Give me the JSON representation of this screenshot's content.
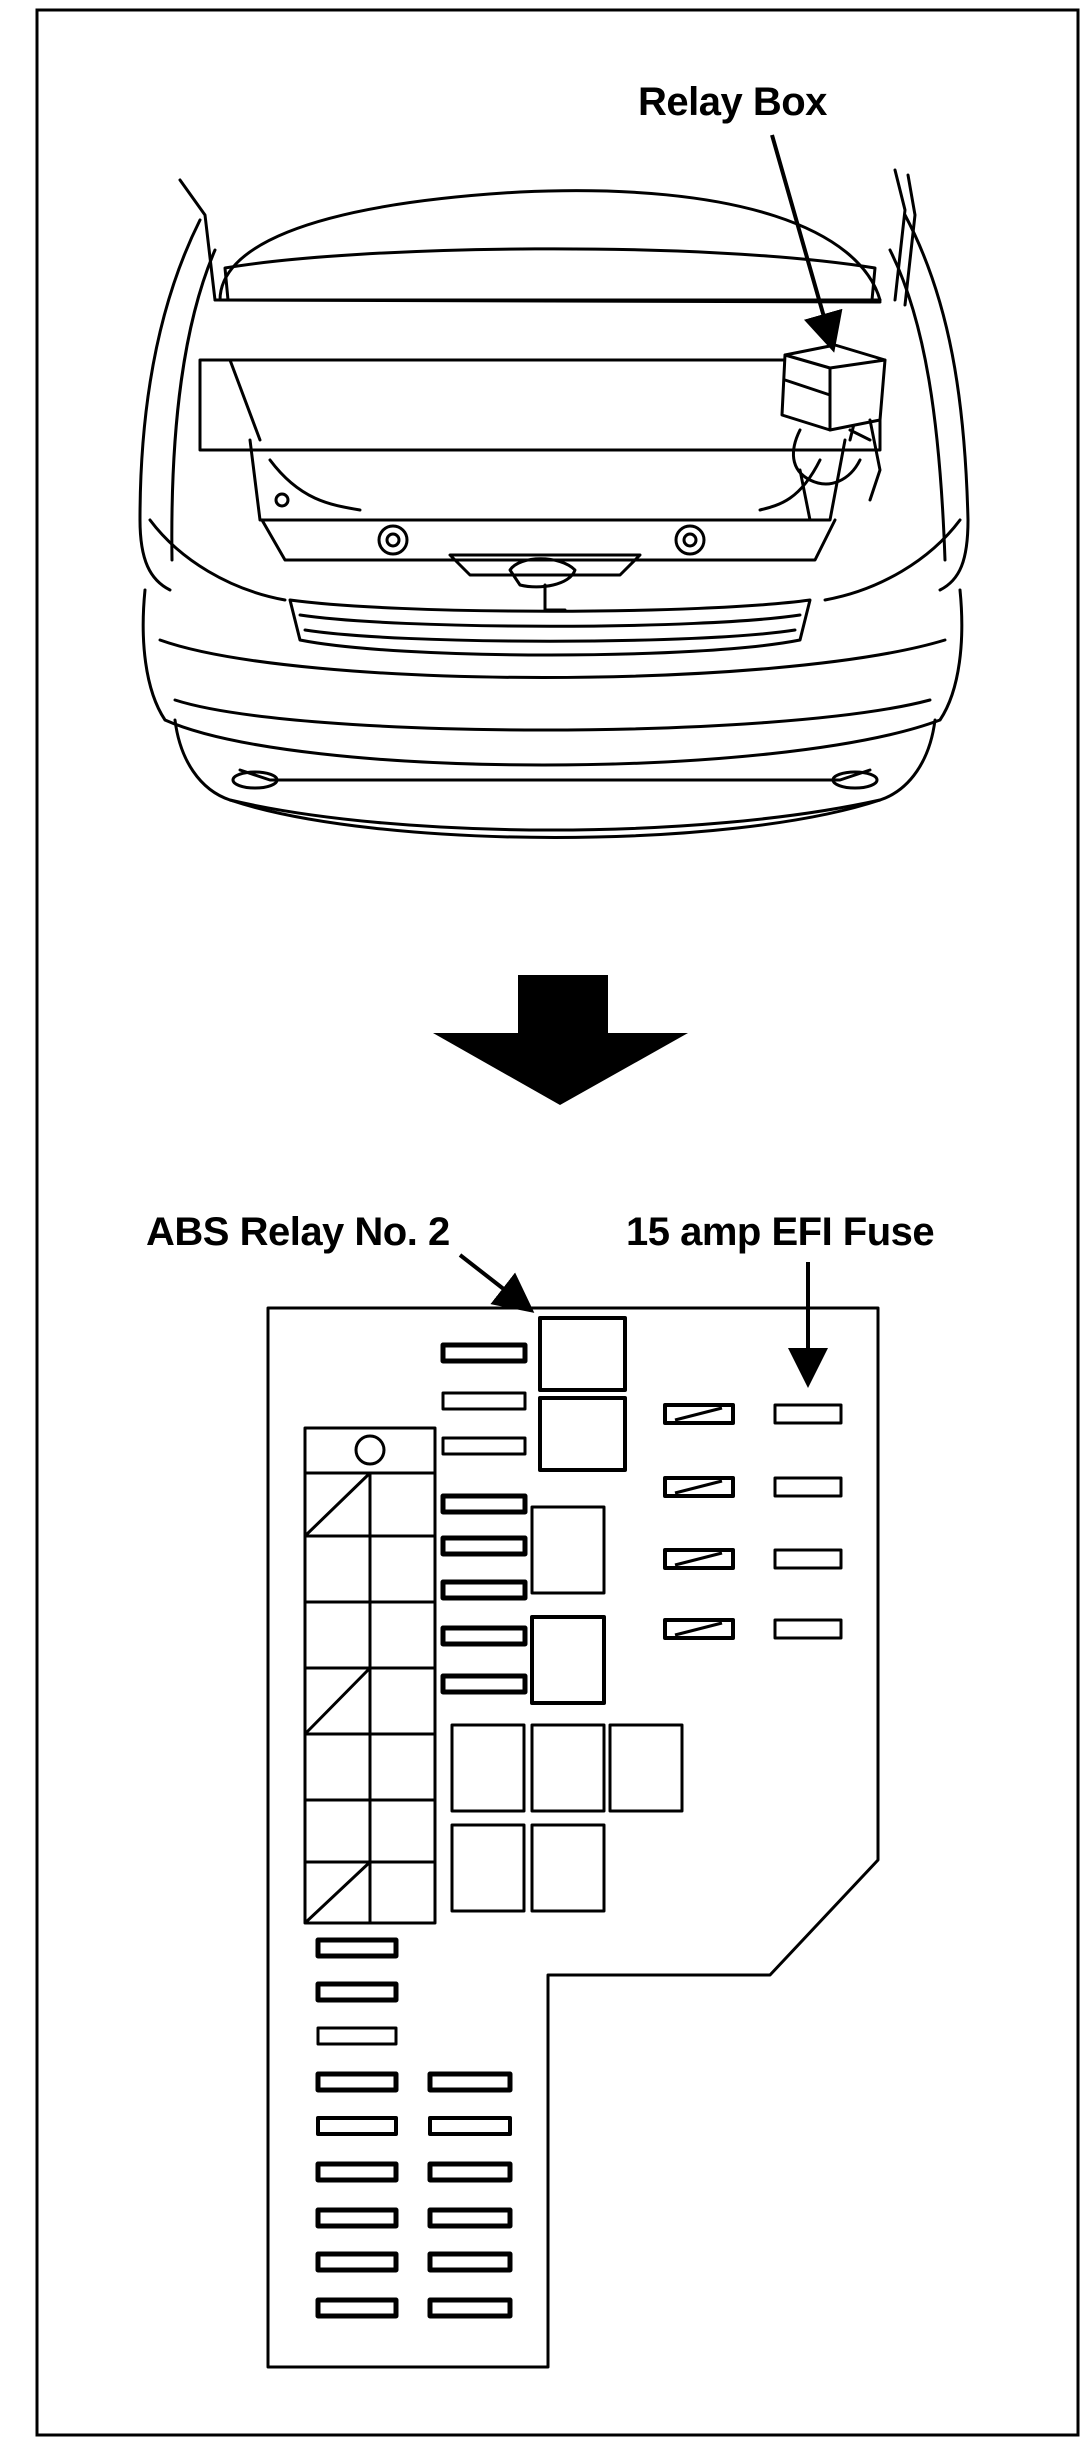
{
  "labels": {
    "relay_box": "Relay Box",
    "abs_relay": "ABS Relay No. 2",
    "efi_fuse": "15 amp EFI Fuse"
  },
  "colors": {
    "ink": "#000000",
    "background": "#ffffff"
  },
  "icons": {
    "down_arrow": "down-arrow-icon",
    "car": "car-front-trunk-open-illustration",
    "relay_box_panel": "relay-box-layout-diagram"
  }
}
